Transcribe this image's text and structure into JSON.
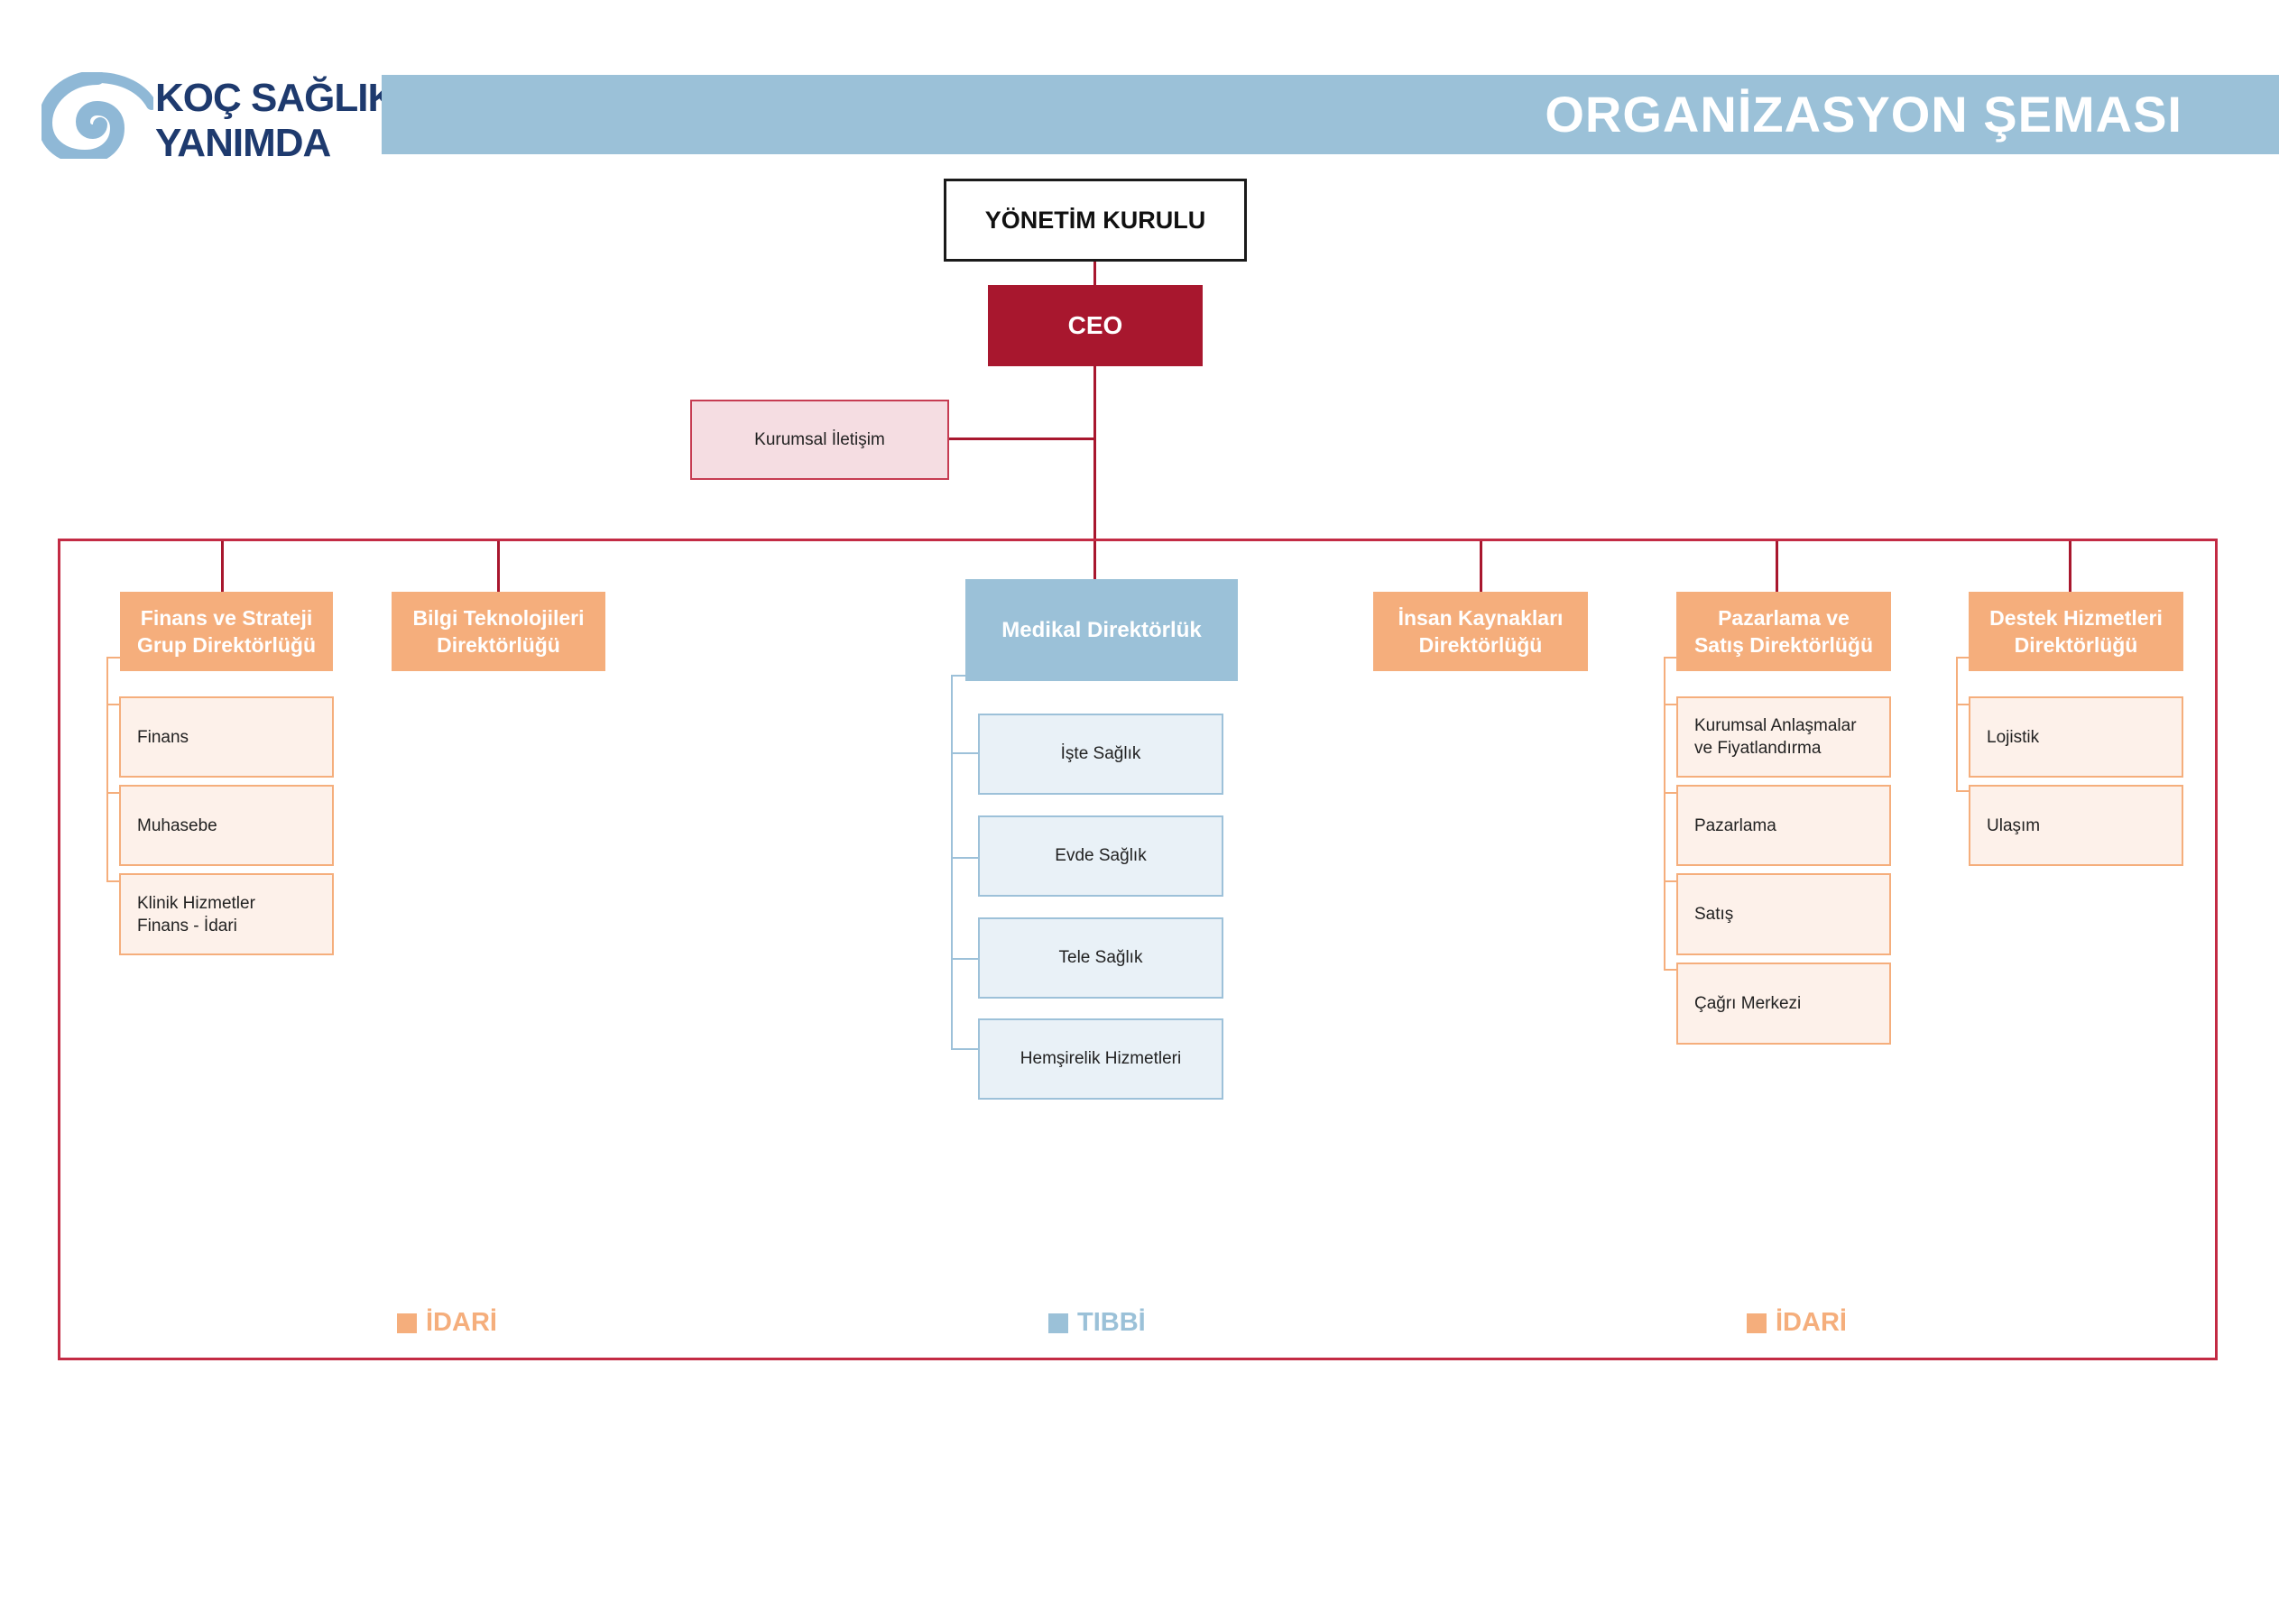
{
  "brand": {
    "logo_line1": "KOÇ SAĞLIK",
    "logo_line2": "YANIMDA",
    "logo_icon": "spiral-shell-icon",
    "logo_color": "#1e3a6e",
    "icon_color": "#8fb8d6"
  },
  "title": "ORGANİZASYON ŞEMASI",
  "colors": {
    "title_bar": "#9bc1d8",
    "ceo": "#a8172e",
    "frame": "#c32b44",
    "idari": "#f5ae7c",
    "tibbi": "#9bc1d8"
  },
  "board": "YÖNETİM KURULU",
  "ceo": "CEO",
  "corporate_comm": "Kurumsal İletişim",
  "directorates": {
    "finance": {
      "title": "Finans ve Strateji\nGrup Direktörlüğü",
      "units": [
        "Finans",
        "Muhasebe",
        "Klinik Hizmetler\nFinans - İdari"
      ]
    },
    "it": {
      "title": "Bilgi Teknolojileri\nDirektörlüğü"
    },
    "medical": {
      "title": "Medikal Direktörlük",
      "units": [
        "İşte Sağlık",
        "Evde Sağlık",
        "Tele Sağlık",
        "Hemşirelik Hizmetleri"
      ]
    },
    "hr": {
      "title": "İnsan Kaynakları\nDirektörlüğü"
    },
    "marketing": {
      "title": "Pazarlama ve\nSatış Direktörlüğü",
      "units": [
        "Kurumsal Anlaşmalar\nve Fiyatlandırma",
        "Pazarlama",
        "Satış",
        "Çağrı Merkezi"
      ]
    },
    "support": {
      "title": "Destek Hizmetleri\nDirektörlüğü",
      "units": [
        "Lojistik",
        "Ulaşım"
      ]
    }
  },
  "legend": {
    "left": "İDARİ",
    "center": "TIBBİ",
    "right": "İDARİ"
  }
}
